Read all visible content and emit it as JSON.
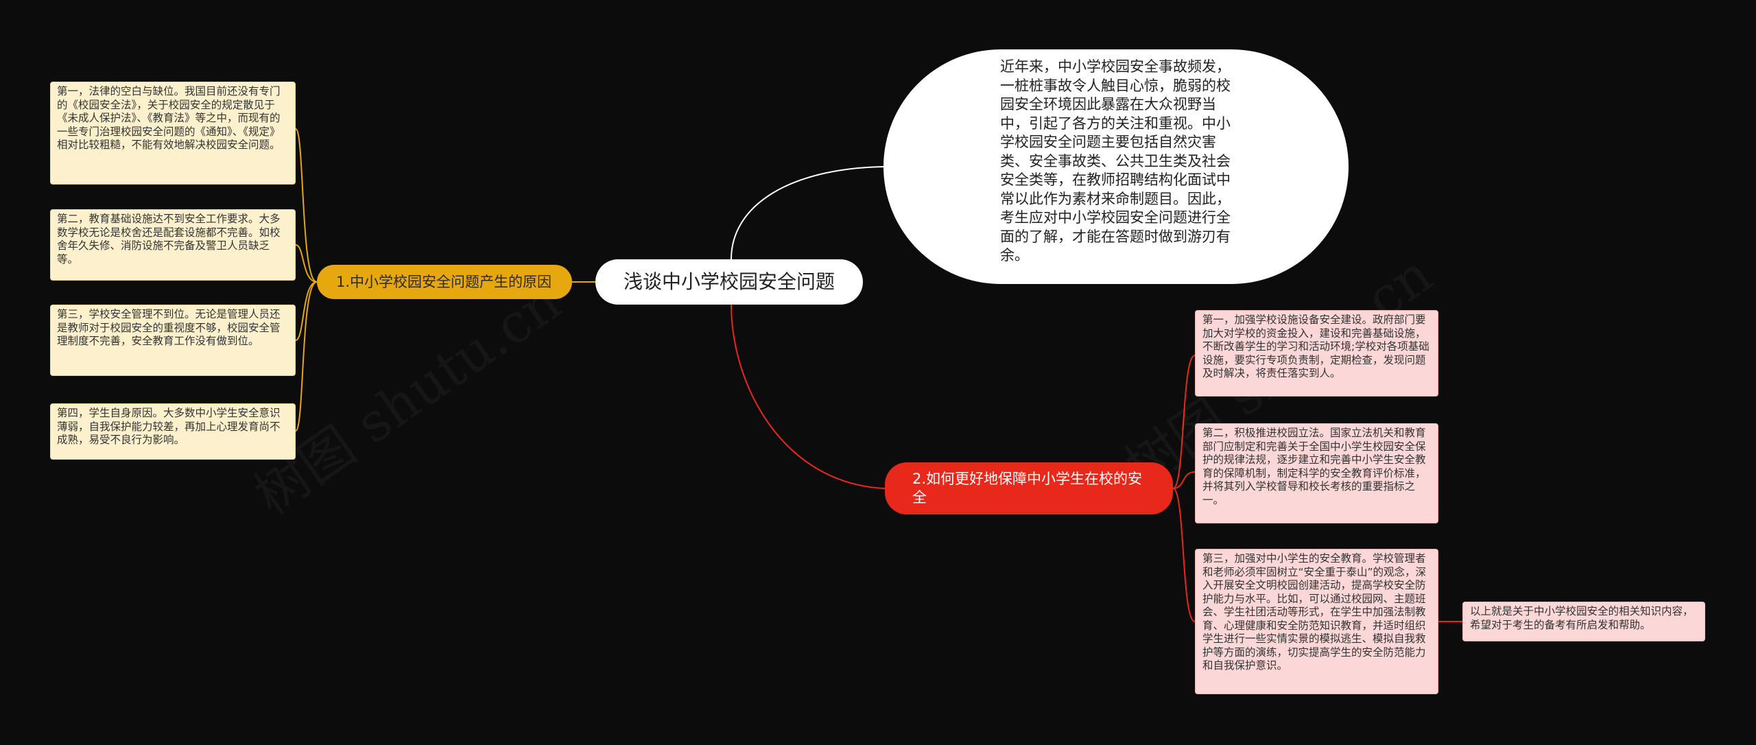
{
  "root": {
    "label": "浅谈中小学校园安全问题"
  },
  "intro": {
    "text": "近年来，中小学校园安全事故频发，一桩桩事故令人触目心惊，脆弱的校园安全环境因此暴露在大众视野当中，引起了各方的关注和重视。中小学校园安全问题主要包括自然灾害类、安全事故类、公共卫生类及社会安全类等，在教师招聘结构化面试中常以此作为素材来命制题目。因此，考生应对中小学校园安全问题进行全面的了解，才能在答题时做到游刃有余。"
  },
  "branch1": {
    "label": "1.中小学校园安全问题产生的原因",
    "color": "#e6a80e",
    "items": [
      "第一，法律的空白与缺位。我国目前还没有专门的《校园安全法》，关于校园安全的规定散见于《未成人保护法》、《教育法》等之中，而现有的一些专门治理校园安全问题的《通知》、《规定》相对比较粗糙，不能有效地解决校园安全问题。",
      "第二，教育基础设施达不到安全工作要求。大多数学校无论是校舍还是配套设施都不完善。如校舍年久失修、消防设施不完备及警卫人员缺乏等。",
      "第三，学校安全管理不到位。无论是管理人员还是教师对于校园安全的重视度不够，校园安全管理制度不完善，安全教育工作没有做到位。",
      "第四，学生自身原因。大多数中小学生安全意识薄弱，自我保护能力较差，再加上心理发育尚不成熟，易受不良行为影响。"
    ]
  },
  "branch2": {
    "label": "2.如何更好地保障中小学生在校的安全",
    "color": "#e8281b",
    "items": [
      "第一，加强学校设施设备安全建设。政府部门要加大对学校的资金投入，建设和完善基础设施，不断改善学生的学习和活动环境;学校对各项基础设施，要实行专项负责制，定期检查，发现问题及时解决，将责任落实到人。",
      "第二，积极推进校园立法。国家立法机关和教育部门应制定和完善关于全国中小学生校园安全保护的规律法规，逐步建立和完善中小学生安全教育的保障机制，制定科学的安全教育评价标准，并将其列入学校督导和校长考核的重要指标之一。",
      "第三，加强对中小学生的安全教育。学校管理者和老师必须牢固树立“安全重于泰山”的观念，深入开展安全文明校园创建活动，提高学校安全防护能力与水平。比如，可以通过校园网、主题班会、学生社团活动等形式，在学生中加强法制教育、心理健康和安全防范知识教育，并适时组织学生进行一些实情实景的模拟逃生、模拟自我救护等方面的演练，切实提高学生的安全防范能力和自我保护意识。"
    ],
    "sub": "以上就是关于中小学校园安全的相关知识内容，希望对于考生的备考有所启发和帮助。"
  },
  "watermark": "树图 shutu.cn"
}
